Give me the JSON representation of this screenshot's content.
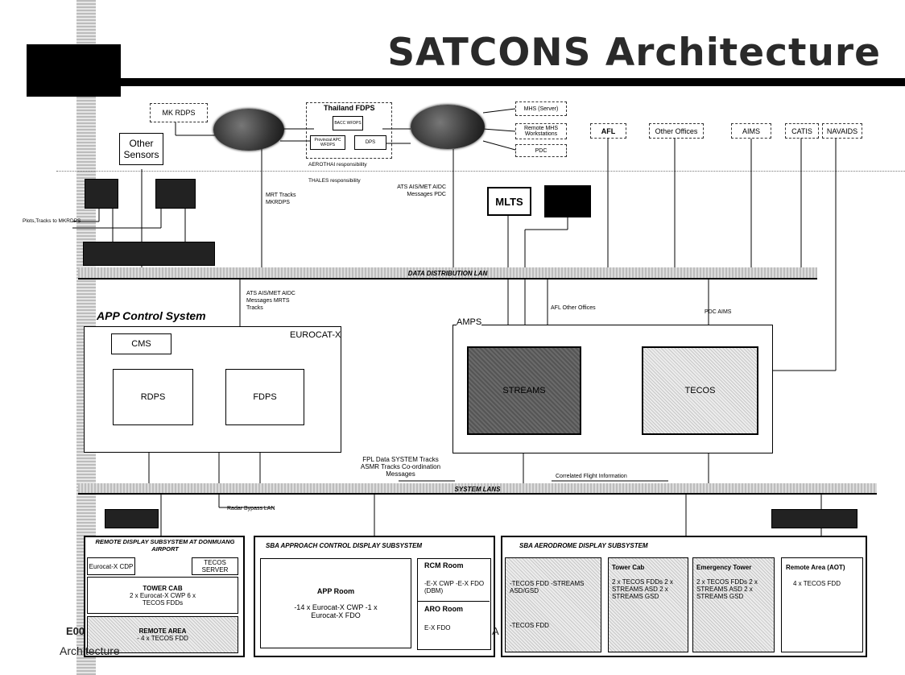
{
  "title": "SATCONS Architecture",
  "top": {
    "mk_rdps": "MK RDPS",
    "thailand_fdps": "Thailand FDPS",
    "bacc_wfdps": "BACC WFDPS",
    "provincial_apc_wfdps": "Provincial APC WFDPS",
    "dps": "DPS",
    "aerothai_resp": "AEROTHAI responsibility",
    "thales_resp": "THALES responsibility",
    "mhs_server": "MHS (Server)",
    "remote_mhs": "Remote MHS Workstations",
    "pdc": "PDC",
    "other_sensors": "Other Sensors",
    "afl": "AFL",
    "other_offices": "Other Offices",
    "aims": "AIMS",
    "catis": "CATIS",
    "navaids": "NAVAIDS",
    "mlts": "MLTS"
  },
  "labels": {
    "plots_tracks": "Plots,Tracks to MKRDPS",
    "mrt_tracks": "MRT Tracks MKRDPS",
    "ats_top": "ATS AIS/MET AIDC Messages PDC",
    "data_lan": "DATA DISTRIBUTION LAN",
    "ats_mid": "ATS AIS/MET AIDC Messages MRTS Tracks",
    "afl_offices": "AFL Other Offices",
    "pdc_aims": "PDC AIMS",
    "fpl_data": "FPL Data SYSTEM Tracks ASMR Tracks Co-ordination Messages",
    "correlated": "Correlated Flight Information",
    "system_lans": "SYSTEM LANS",
    "radar_bypass": "Radar Bypass LAN"
  },
  "app": {
    "heading": "APP Control System",
    "eurocat": "EUROCAT-X",
    "cms": "CMS",
    "rdps": "RDPS",
    "fdps": "FDPS"
  },
  "amps": {
    "heading": "AMPS",
    "streams": "STREAMS",
    "tecos": "TECOS"
  },
  "remote": {
    "heading": "REMOTE DISPLAY SUBSYSTEM AT DONMUANG AIRPORT",
    "eurocat_cdp": "Eurocat-X CDP",
    "tecos_server": "TECOS SERVER",
    "tower_cab": "TOWER CAB",
    "tower_lines": "2 x Eurocat-X CWP 6 x TECOS FDDs",
    "remote_area": "REMOTE AREA",
    "remote_lines": "- 4 x TECOS FDD"
  },
  "approach": {
    "heading": "SBA APPROACH CONTROL DISPLAY SUBSYSTEM",
    "app_room": "APP Room",
    "app_lines": "-14 x Eurocat-X CWP -1 x Eurocat-X FDO",
    "rcm_room": "RCM Room",
    "rcm_lines": "-E-X CWP -E-X FDO (DBM)",
    "aro_room": "ARO Room",
    "aro_lines": "E-X FDO"
  },
  "aerodrome": {
    "heading": "SBA AERODROME DISPLAY SUBSYSTEM",
    "col1_lines": "-TECOS FDD -STREAMS ASD/GSD",
    "col1_bottom": "-TECOS FDD",
    "tower_cab": "Tower Cab",
    "tower_lines": "2 x TECOS FDDs 2 x STREAMS ASD 2 x STREAMS GSD",
    "emergency": "Emergency Tower",
    "emergency_lines": "2 x TECOS FDDs 2 x STREAMS ASD 2 x STREAMS GSD",
    "remote_area": "Remote Area (AOT)",
    "remote_lines": "4 x TECOS FDD"
  },
  "footer": {
    "code": "E00",
    "sub": "Architecture",
    "a": "A"
  }
}
